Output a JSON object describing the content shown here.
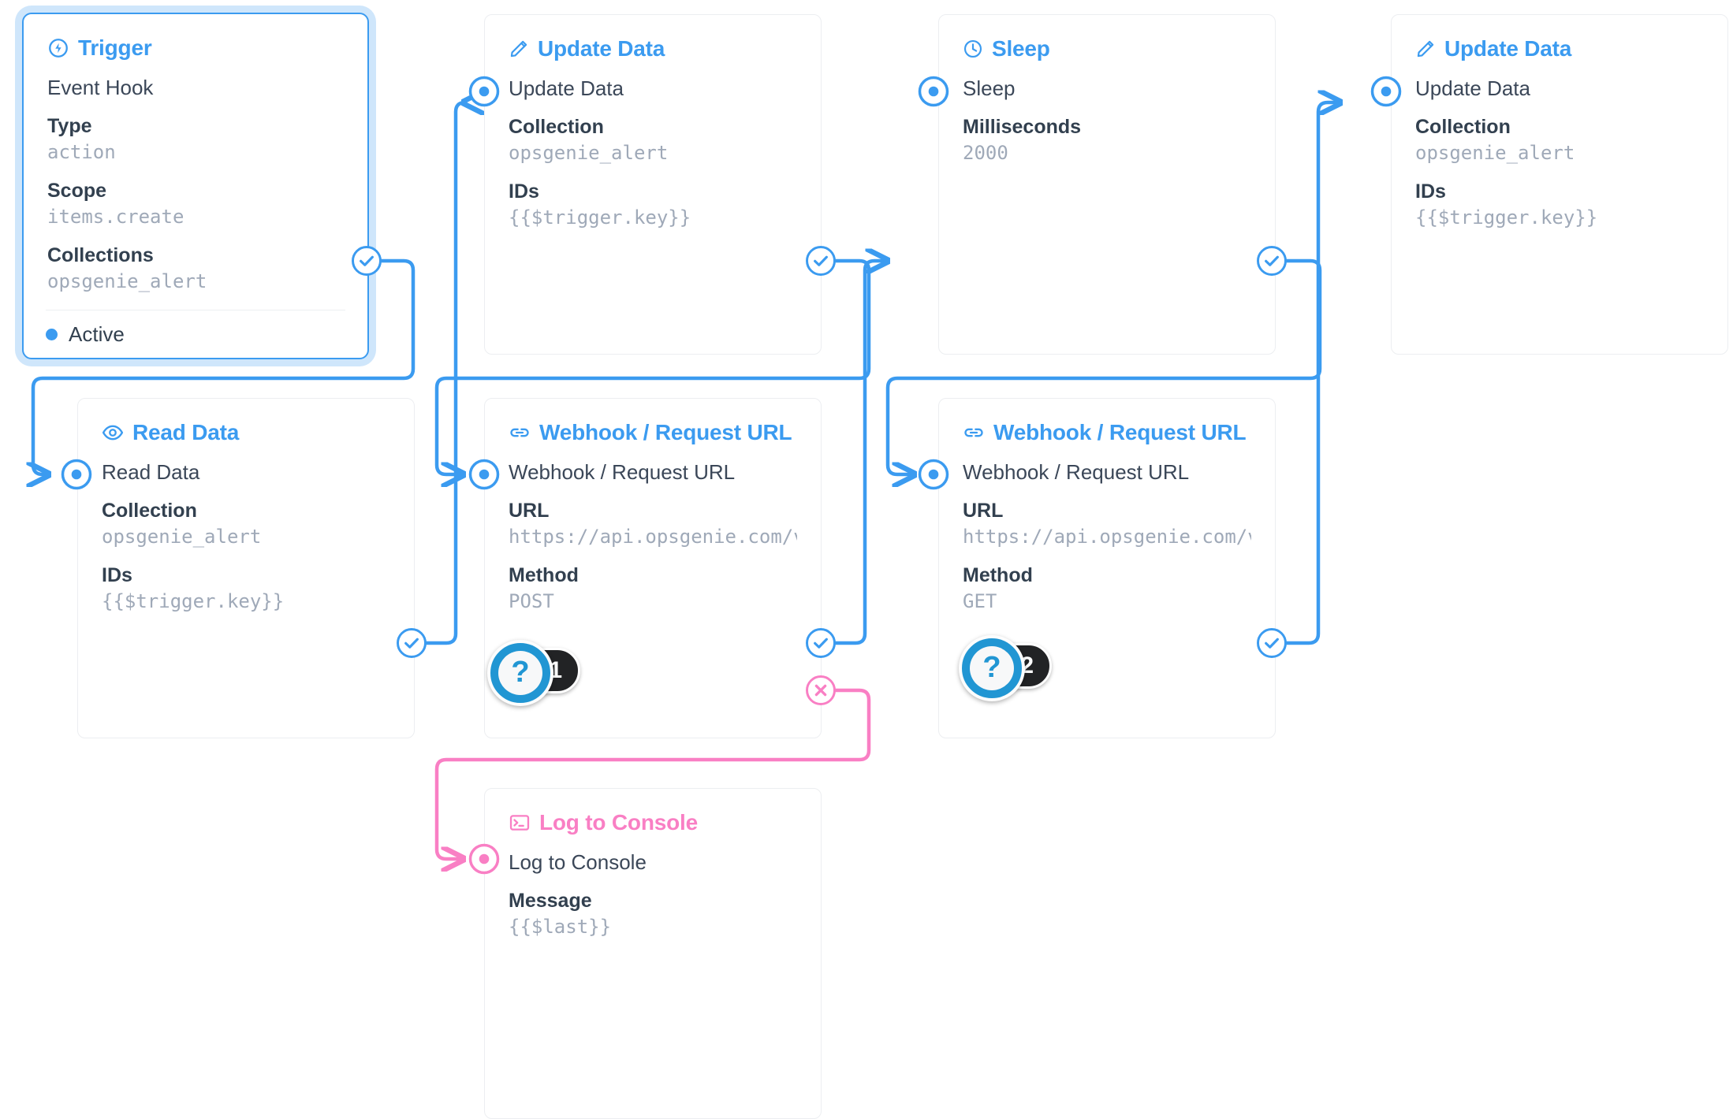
{
  "colors": {
    "accent_blue": "#3b9bf0",
    "wire_blue": "#3b9bf0",
    "pink": "#f97fc4",
    "value_grey": "#9fa9b8",
    "label_dark": "#32404f",
    "badge_dark": "#222325",
    "badge_blue": "#2196d3"
  },
  "nodes": [
    {
      "id": "trigger",
      "header": "Trigger",
      "icon": "lightning-circle-icon",
      "accent": "blue",
      "selected": true,
      "row_name": "Event Hook",
      "fields": [
        {
          "label": "Type",
          "value": "action"
        },
        {
          "label": "Scope",
          "value": "items.create"
        },
        {
          "label": "Collections",
          "value": "opsgenie_alert"
        }
      ],
      "status": "Active"
    },
    {
      "id": "update-data-1",
      "header": "Update Data",
      "icon": "pencil-icon",
      "accent": "blue",
      "selected": false,
      "row_name": "Update Data",
      "fields": [
        {
          "label": "Collection",
          "value": "opsgenie_alert"
        },
        {
          "label": "IDs",
          "value": "{{$trigger.key}}"
        }
      ]
    },
    {
      "id": "sleep",
      "header": "Sleep",
      "icon": "clock-icon",
      "accent": "blue",
      "selected": false,
      "row_name": "Sleep",
      "fields": [
        {
          "label": "Milliseconds",
          "value": "2000"
        }
      ]
    },
    {
      "id": "update-data-2",
      "header": "Update Data",
      "icon": "pencil-icon",
      "accent": "blue",
      "selected": false,
      "row_name": "Update Data",
      "fields": [
        {
          "label": "Collection",
          "value": "opsgenie_alert"
        },
        {
          "label": "IDs",
          "value": "{{$trigger.key}}"
        }
      ]
    },
    {
      "id": "read-data",
      "header": "Read Data",
      "icon": "eye-icon",
      "accent": "blue",
      "selected": false,
      "row_name": "Read Data",
      "fields": [
        {
          "label": "Collection",
          "value": "opsgenie_alert"
        },
        {
          "label": "IDs",
          "value": "{{$trigger.key}}"
        }
      ]
    },
    {
      "id": "webhook-1",
      "header": "Webhook / Request URL",
      "icon": "link-icon",
      "accent": "blue",
      "selected": false,
      "row_name": "Webhook / Request URL",
      "fields": [
        {
          "label": "URL",
          "value": "https://api.opsgenie.com/v…"
        },
        {
          "label": "Method",
          "value": "POST"
        }
      ]
    },
    {
      "id": "webhook-2",
      "header": "Webhook / Request URL",
      "icon": "link-icon",
      "accent": "blue",
      "selected": false,
      "row_name": "Webhook / Request URL",
      "fields": [
        {
          "label": "URL",
          "value": "https://api.opsgenie.com/v…"
        },
        {
          "label": "Method",
          "value": "GET"
        }
      ]
    },
    {
      "id": "log-to-console",
      "header": "Log to Console",
      "icon": "terminal-icon",
      "accent": "pink",
      "selected": false,
      "row_name": "Log to Console",
      "fields": [
        {
          "label": "Message",
          "value": "{{$last}}"
        }
      ]
    }
  ],
  "help_badges": [
    {
      "id": "badge-1",
      "glyph": "?",
      "number": "1"
    },
    {
      "id": "badge-2",
      "glyph": "?",
      "number": "2"
    }
  ]
}
